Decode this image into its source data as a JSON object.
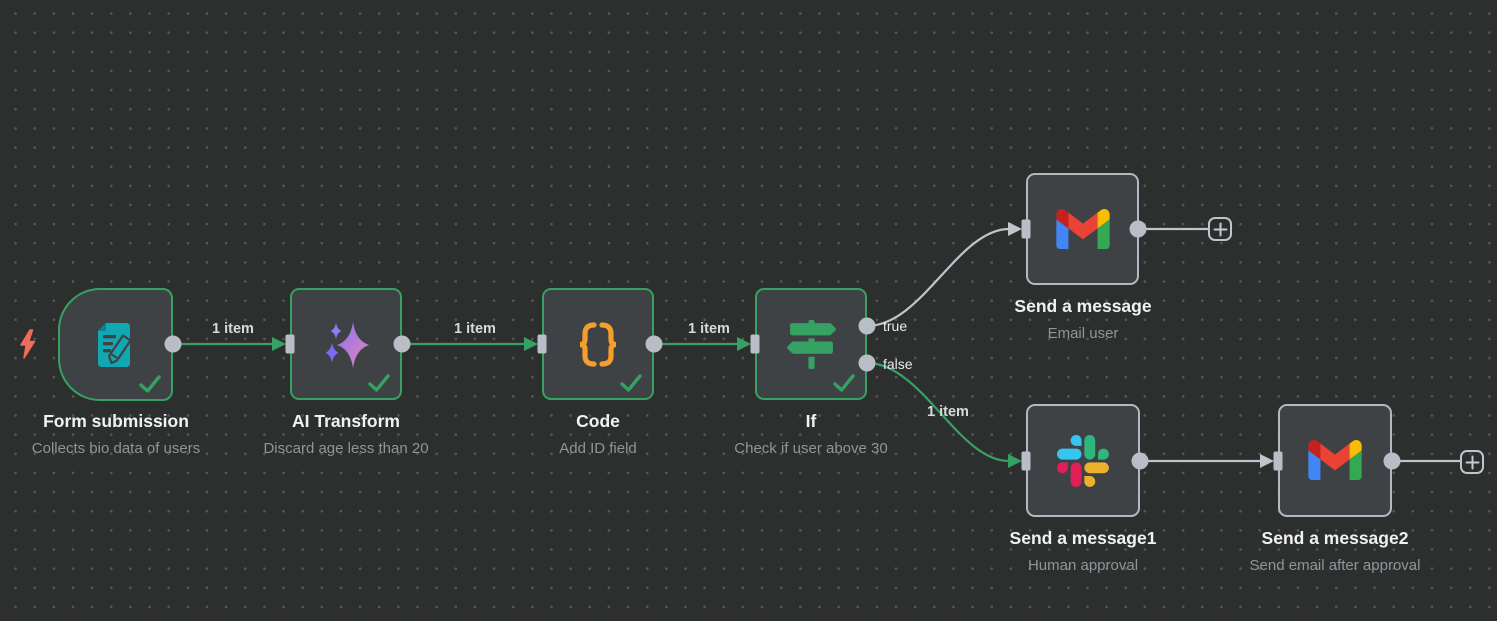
{
  "app": {
    "view": "workflow-canvas",
    "theme": "dark"
  },
  "colors": {
    "canvas_bg": "#2d2e2e",
    "grid_dot": "#565858",
    "node_bg": "#3f4245",
    "node_border_success": "#35a263",
    "node_border_idle": "#b3b9c0",
    "edge_success": "#35a263",
    "edge_idle": "#c0c4cb",
    "port_fill": "#b9bec6",
    "title_text": "#f1f2f3",
    "subtitle_text": "#8f959b",
    "edge_label_text": "#d7dadc",
    "trigger_bolt": "#ee6c5c",
    "form_icon_teal": "#12a8b3",
    "code_icon_orange": "#f59e2b",
    "sparkle_purple": "#8a71f5",
    "sparkle_pink": "#e387b5",
    "gmail_red": "#ea4335",
    "gmail_blue": "#4285f4",
    "gmail_green": "#34a853",
    "gmail_yellow": "#fbbc04",
    "slack_blue": "#36c5f0",
    "slack_green": "#2eb67d",
    "slack_red": "#e01e5a",
    "slack_yellow": "#ecb22e"
  },
  "workflow": {
    "nodes": [
      {
        "name": "Form submission",
        "subtitle": "Collects bio data of users",
        "icon": "form-document-pencil",
        "status": "success",
        "kind": "trigger"
      },
      {
        "name": "AI Transform",
        "subtitle": "Discard age less than 20",
        "icon": "ai-sparkles",
        "status": "success",
        "kind": "action"
      },
      {
        "name": "Code",
        "subtitle": "Add ID field",
        "icon": "curly-braces",
        "status": "success",
        "kind": "action"
      },
      {
        "name": "If",
        "subtitle": "Check if user above 30",
        "icon": "signpost",
        "status": "success",
        "kind": "action",
        "outputs": [
          {
            "label": "true"
          },
          {
            "label": "false"
          }
        ]
      },
      {
        "name": "Send a message",
        "subtitle": "Email user",
        "icon": "gmail",
        "status": "idle",
        "kind": "action"
      },
      {
        "name": "Send a message1",
        "subtitle": "Human approval",
        "icon": "slack",
        "status": "idle",
        "kind": "action"
      },
      {
        "name": "Send a message2",
        "subtitle": "Send email after approval",
        "icon": "gmail",
        "status": "idle",
        "kind": "action"
      }
    ],
    "edges": [
      {
        "from": "Form submission",
        "to": "AI Transform",
        "label": "1 item",
        "status": "success"
      },
      {
        "from": "AI Transform",
        "to": "Code",
        "label": "1 item",
        "status": "success"
      },
      {
        "from": "Code",
        "to": "If",
        "label": "1 item",
        "status": "success"
      },
      {
        "from": "If",
        "output": "true",
        "to": "Send a message",
        "label": "",
        "status": "idle"
      },
      {
        "from": "If",
        "output": "false",
        "to": "Send a message1",
        "label": "1 item",
        "status": "success"
      },
      {
        "from": "Send a message1",
        "to": "Send a message2",
        "label": "",
        "status": "idle"
      }
    ]
  }
}
